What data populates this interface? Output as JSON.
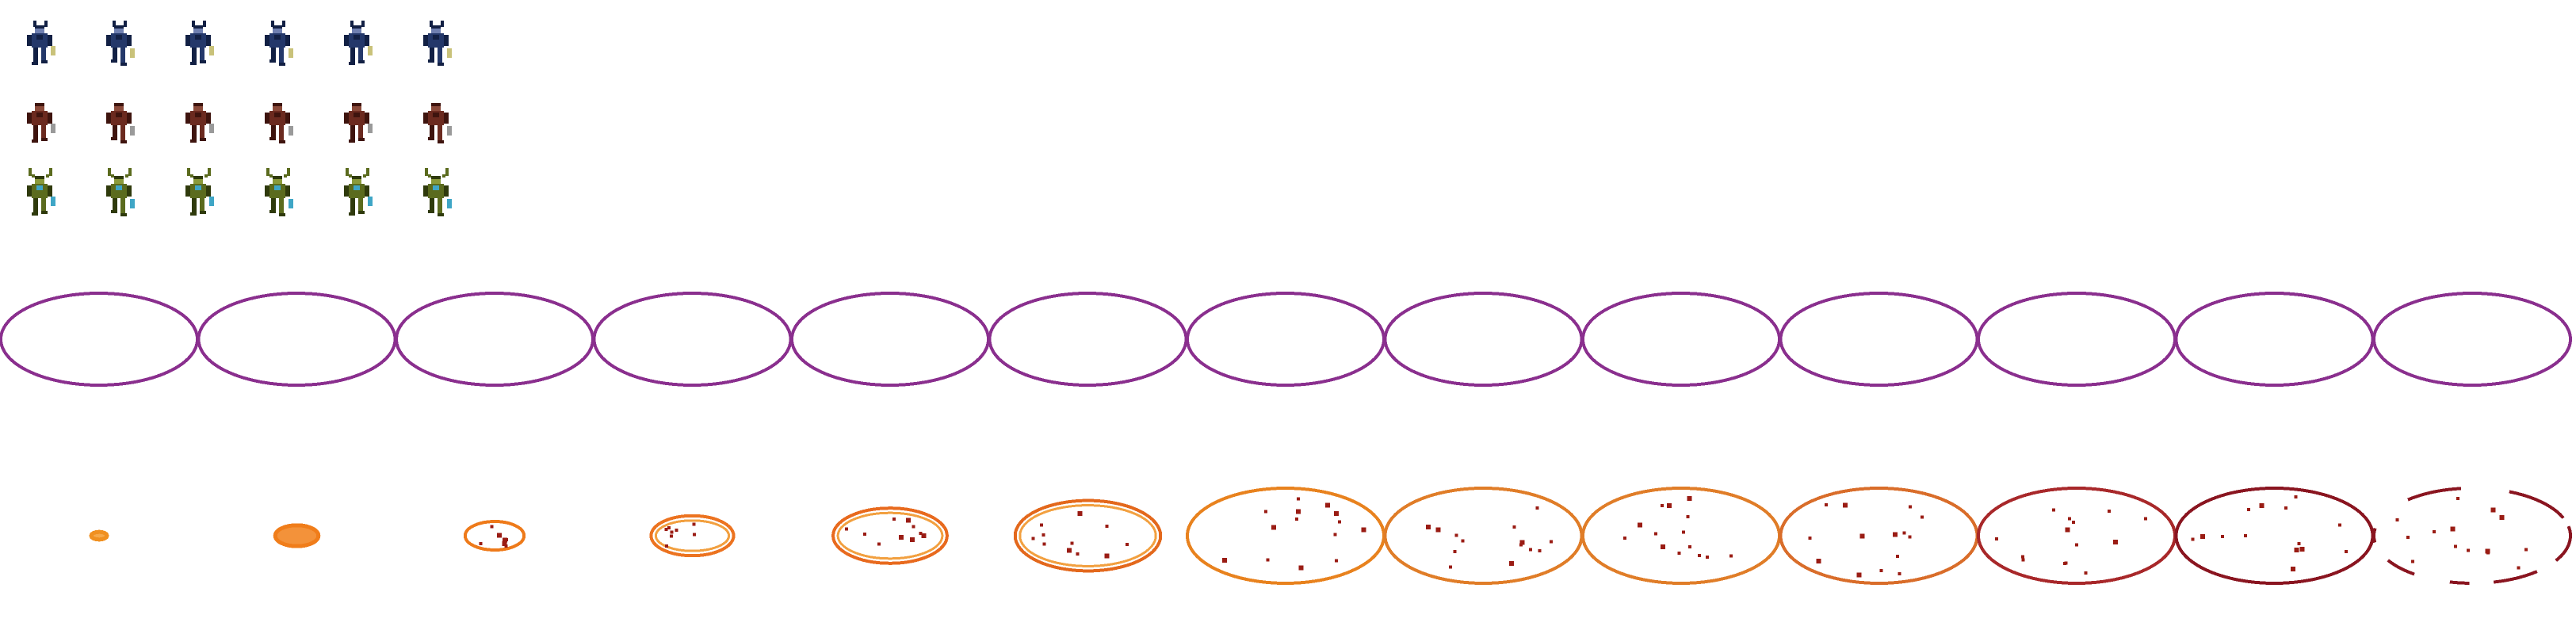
{
  "sprite_sheet": {
    "character_rows": [
      {
        "name": "blue-horned-warrior",
        "frames": 6,
        "colors": {
          "body": "#24386a",
          "dark": "#122044",
          "accent": "#c9c27a",
          "skin": "#6f7fb0"
        }
      },
      {
        "name": "brown-robed-figure",
        "frames": 6,
        "colors": {
          "body": "#6b2a1f",
          "dark": "#3e140e",
          "accent": "#9a9a9a",
          "skin": "#8b4a3a"
        }
      },
      {
        "name": "green-antlered-creature",
        "frames": 6,
        "colors": {
          "body": "#5b6b1e",
          "dark": "#2f3a0c",
          "accent": "#3fa6c6",
          "skin": "#8a9a3a"
        }
      }
    ],
    "purple_ring_row": {
      "name": "purple-ring",
      "frames": 13,
      "color": "#8a2f8e"
    },
    "fire_ring_row": {
      "name": "fire-ring-expansion",
      "frames": 13,
      "growth": [
        0.08,
        0.22,
        0.3,
        0.42,
        0.58,
        0.74,
        1,
        1,
        1,
        1,
        1,
        1,
        1
      ],
      "stroke_colors": [
        "#f09020",
        "#f07d1a",
        "#ee7a1a",
        "#ec7320",
        "#e86a1e",
        "#e3681c",
        "#e8821e",
        "#e07d28",
        "#e07d28",
        "#d96d2a",
        "#a8282a",
        "#8a1520",
        "#8a1520"
      ],
      "fill_colors": [
        "#f6a94a",
        "#f3923a",
        "#ffffff",
        "#ffffff",
        "#ffffff",
        "#ffffff",
        "#ffffff",
        "#ffffff",
        "#ffffff",
        "#ffffff",
        "#ffffff",
        "#ffffff",
        "#ffffff"
      ],
      "ember_color": "#9a1c14",
      "broken_last_frame": true
    }
  }
}
